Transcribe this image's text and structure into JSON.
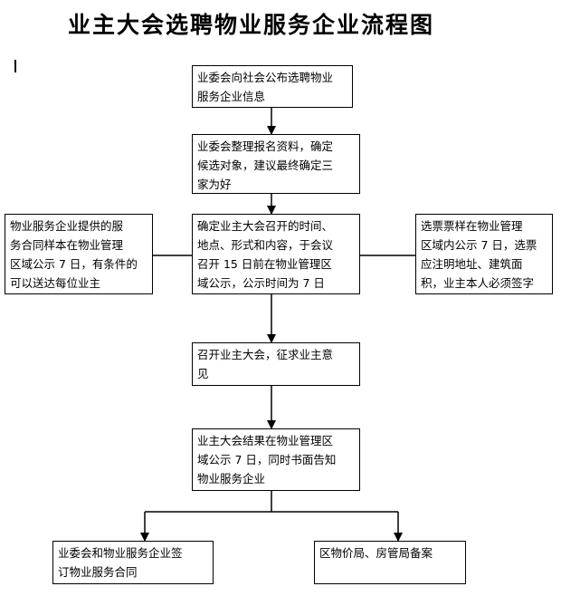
{
  "title": "业主大会选聘物业服务企业流程图",
  "boxes": {
    "publish": "业委会向社会公布选聘物业\n服务企业信息",
    "organize": "业委会整理报名资料，确定\n候选对象，建议最终确定三\n家为好",
    "confirm": "确定业主大会召开的时间、\n地点、形式和内容，于会议\n召开 15 日前在物业管理区\n域公示，公示时间为 7 日",
    "contract_sample": "物业服务企业提供的服\n务合同样本在物业管理\n区域公示 7 日，有条件的\n可以送达每位业主",
    "ballot": "选票票样在物业管理\n区域内公示 7 日，选票\n应注明地址、建筑面\n积，业主本人必须签字",
    "convene": "召开业主大会，征求业主意\n见",
    "result": "业主大会结果在物业管理区\n域公示 7 日，同时书面告知\n物业服务企业",
    "sign": "业委会和物业服务企业签\n订物业服务合同",
    "filing": "区物价局、房管局备案"
  }
}
